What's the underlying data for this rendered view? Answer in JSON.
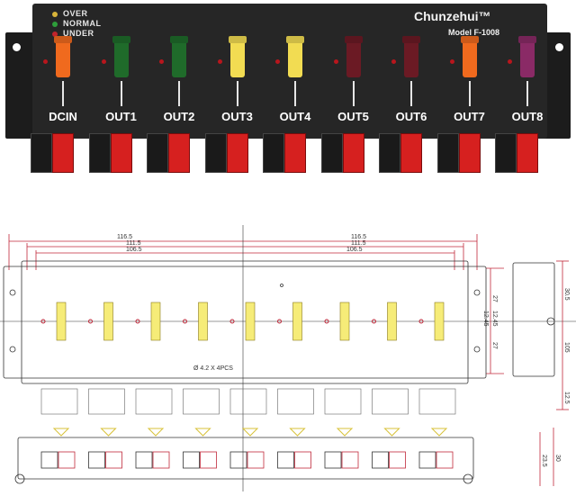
{
  "product": {
    "brand": "Chunzehui™",
    "model": "Model F-1008",
    "legend": [
      {
        "label": "OVER",
        "color": "#d8b43a"
      },
      {
        "label": "NORMAL",
        "color": "#2e9e3a"
      },
      {
        "label": "UNDER",
        "color": "#c2242c"
      }
    ],
    "channels": [
      {
        "label": "DCIN",
        "fuse_color": "#f06a1e"
      },
      {
        "label": "OUT1",
        "fuse_color": "#1f6b2a"
      },
      {
        "label": "OUT2",
        "fuse_color": "#1f6b2a"
      },
      {
        "label": "OUT3",
        "fuse_color": "#f2dc52"
      },
      {
        "label": "OUT4",
        "fuse_color": "#f2dc52"
      },
      {
        "label": "OUT5",
        "fuse_color": "#6b1a24"
      },
      {
        "label": "OUT6",
        "fuse_color": "#6b1a24"
      },
      {
        "label": "OUT7",
        "fuse_color": "#f06a1e"
      },
      {
        "label": "OUT8",
        "fuse_color": "#8a2a66"
      }
    ]
  },
  "dimensions": {
    "width_total_left": "116.5",
    "width_total_right": "116.5",
    "width_mid_left": "111.5",
    "width_mid_right": "111.5",
    "width_inner_left": "106.5",
    "width_inner_right": "106.5",
    "hole_note": "Ø 4.2 X 4PCS",
    "right_top_a": "27",
    "right_top_b": "12.45",
    "right_top_c": "12.45",
    "right_bottom": "27",
    "side_top": "30.5",
    "side_mid": "105",
    "side_bottom": "12.5",
    "front_a": "23.5",
    "front_b": "30"
  }
}
